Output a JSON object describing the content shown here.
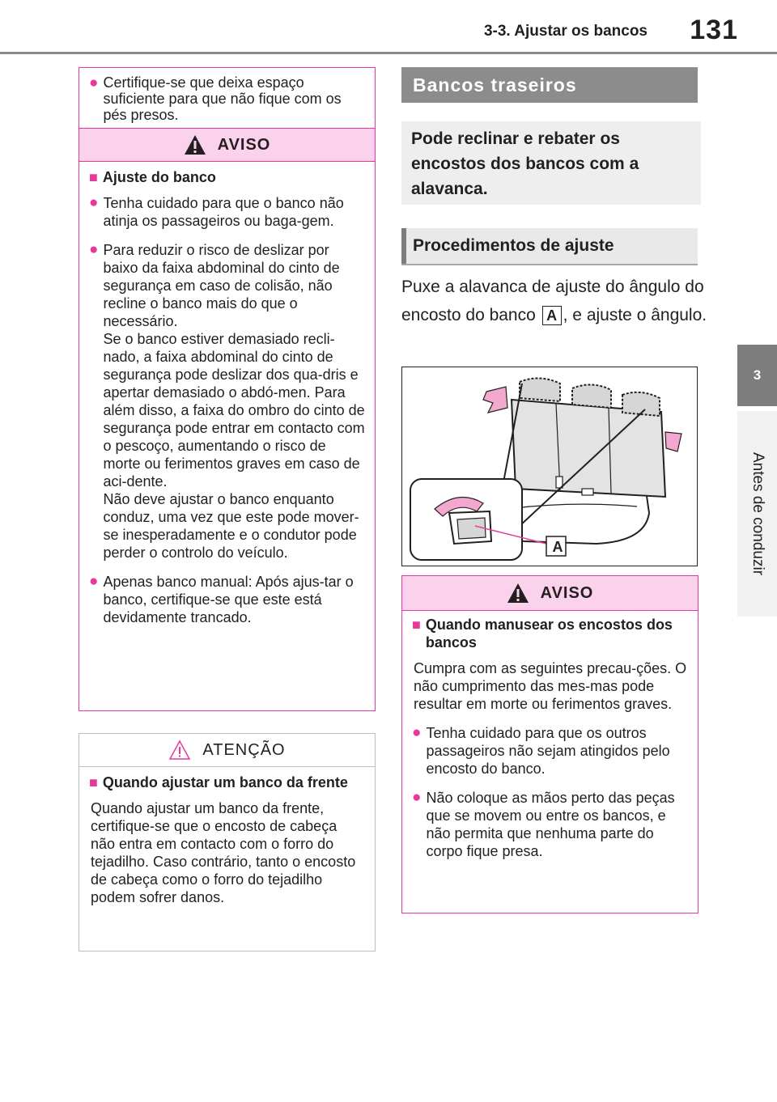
{
  "header": {
    "section": "3-3. Ajustar os bancos",
    "page": "131"
  },
  "side_tab": {
    "number": "3",
    "label": "Antes de conduzir"
  },
  "left_top": {
    "intro_bullet": "Certifique-se que deixa espaço suficiente para que não fique com os pés presos.",
    "warning_label": "AVISO",
    "heading": "Ajuste do banco",
    "bullet1": "Tenha cuidado para que o banco não atinja os passageiros ou baga-gem.",
    "bullet2": "Para reduzir o risco de deslizar por baixo da faixa abdominal do cinto de segurança em caso de colisão, não recline o banco mais do que o necessário.\nSe o banco estiver demasiado recli-nado, a faixa abdominal do cinto de segurança pode deslizar dos qua-dris e apertar demasiado o abdó-men. Para além disso, a faixa do ombro do cinto de segurança pode entrar em contacto com o pescoço, aumentando o risco de morte ou ferimentos graves em caso de aci-dente.\nNão deve ajustar o banco enquanto conduz, uma vez que este pode mover-se inesperadamente e o condutor pode perder o controlo do veículo.",
    "bullet3": "Apenas banco manual: Após ajus-tar o banco, certifique-se que este está devidamente trancado."
  },
  "left_bottom": {
    "caution_label": "ATENÇÃO",
    "heading": "Quando ajustar um banco da frente",
    "text": "Quando ajustar um banco da frente, certifique-se que o encosto de cabeça não entra em contacto com o forro do tejadilho. Caso contrário, tanto o encosto de cabeça como o forro do tejadilho podem sofrer danos."
  },
  "right": {
    "section_title": "Bancos traseiros",
    "intro": "Pode reclinar e rebater os encostos dos bancos com a alavanca.",
    "sub_title": "Procedimentos de ajuste",
    "body_before": "Puxe a alavanca de ajuste do ângulo do encosto do banco ",
    "callout": "A",
    "body_after": ", e ajuste o ângulo.",
    "figure_label": "A"
  },
  "right_warning": {
    "warning_label": "AVISO",
    "heading": "Quando manusear os encostos dos bancos",
    "text": "Cumpra com as seguintes precau-ções. O não cumprimento das mes-mas pode resultar em morte ou ferimentos graves.",
    "bullet1": "Tenha cuidado para que os outros passageiros não sejam atingidos pelo encosto do banco.",
    "bullet2": "Não coloque as mãos perto das peças que se movem ou entre os bancos, e não permita que nenhuma parte do corpo fique presa."
  }
}
